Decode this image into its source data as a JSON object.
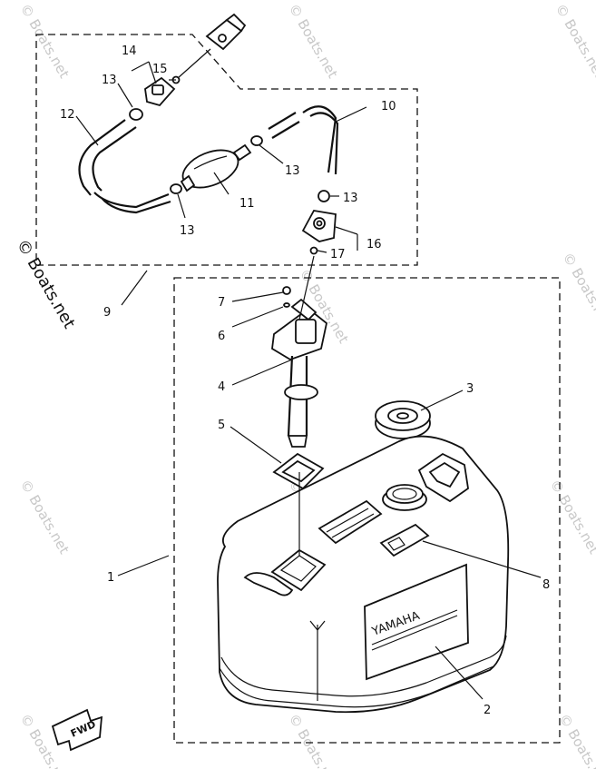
{
  "watermark": "© Boats.net",
  "brand_label": "YAMAHA",
  "direction_label": "FWD",
  "callouts": [
    "1",
    "2",
    "3",
    "4",
    "5",
    "6",
    "7",
    "8",
    "9",
    "10",
    "11",
    "12",
    "13",
    "14",
    "15",
    "16",
    "17"
  ],
  "callout_13_repeat": "13"
}
